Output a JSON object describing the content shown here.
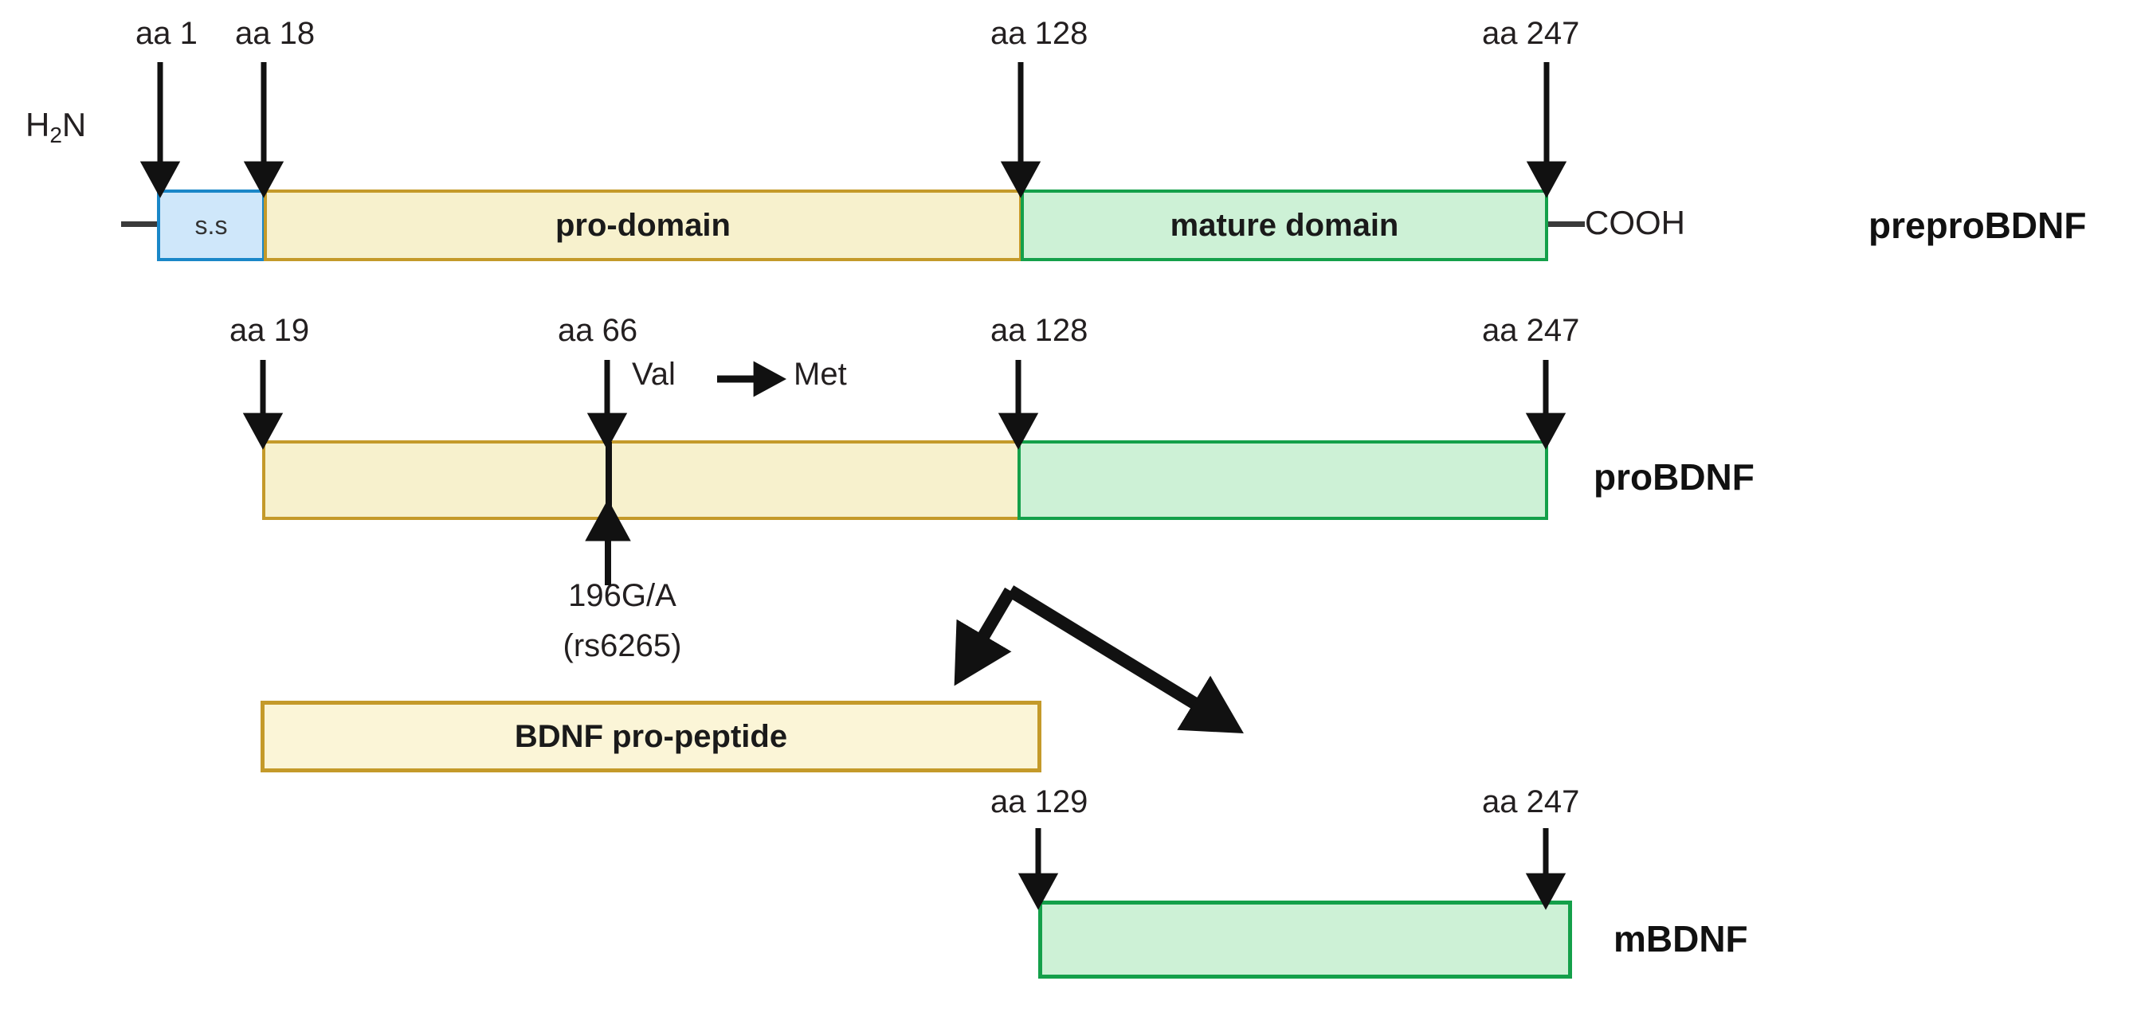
{
  "figure": {
    "title": "BDNF protein processing schematic",
    "background": "#ffffff",
    "colors": {
      "signal_peptide_fill": "#cfe7fa",
      "signal_peptide_stroke": "#1a87c8",
      "pro_domain_fill": "#f7f1cd",
      "pro_domain_stroke": "#c49a2a",
      "mature_domain_fill": "#cdf1d6",
      "mature_domain_stroke": "#14a04a",
      "propeptide_fill": "#fbf5d7",
      "text": "#231f20",
      "arrow": "#111111"
    }
  },
  "rows": {
    "preprobdnf": {
      "name": "preproBDNF",
      "n_terminus": "H",
      "n_terminus_sub": "2",
      "n_terminus_tail": "N",
      "c_terminus": "COOH",
      "segments": [
        {
          "label": "s.s",
          "kind": "signal-peptide"
        },
        {
          "label": "pro-domain",
          "kind": "pro-domain"
        },
        {
          "label": "mature domain",
          "kind": "mature-domain"
        }
      ],
      "markers": [
        {
          "label": "aa 1"
        },
        {
          "label": "aa 18"
        },
        {
          "label": "aa 128"
        },
        {
          "label": "aa 247"
        }
      ]
    },
    "probdnf": {
      "name": "proBDNF",
      "markers": [
        {
          "label": "aa 19"
        },
        {
          "label": "aa 66"
        },
        {
          "label": "aa 128"
        },
        {
          "label": "aa 247"
        }
      ],
      "mutation": {
        "from": "Val",
        "arrow": "→",
        "to": "Met"
      },
      "snp": {
        "line1": "196G/A",
        "line2": "(rs6265)"
      }
    },
    "propeptide": {
      "name": "BDNF pro-peptide",
      "label": "BDNF pro-peptide"
    },
    "mbdnf": {
      "name": "mBDNF",
      "markers": [
        {
          "label": "aa 129"
        },
        {
          "label": "aa 247"
        }
      ]
    }
  }
}
